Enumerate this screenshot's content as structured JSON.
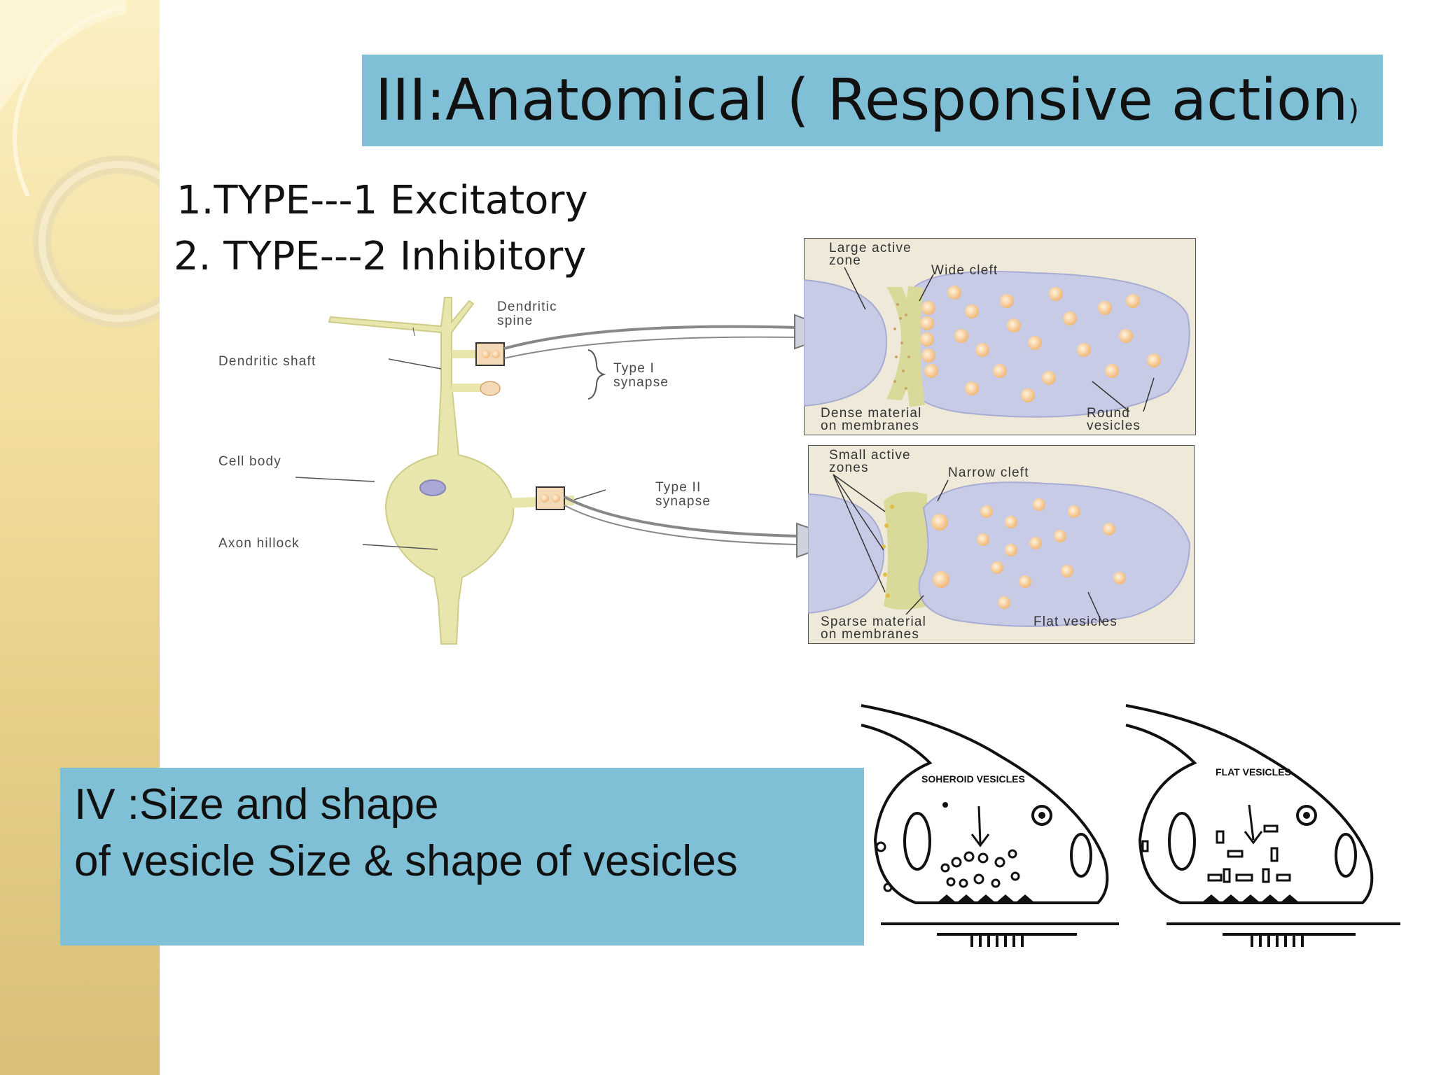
{
  "slide": {
    "title_main": "III:Anatomical ( Responsive action",
    "title_paren": ")",
    "type_lines": [
      "1.TYPE---1 Excitatory",
      "2. TYPE---2 Inhibitory"
    ],
    "neuron_labels": {
      "dendritic_spine": [
        "Dendritic",
        "spine"
      ],
      "dendritic_shaft": "Dendritic shaft",
      "type1": [
        "Type I",
        "synapse"
      ],
      "cell_body": "Cell body",
      "type2": [
        "Type II",
        "synapse"
      ],
      "axon_hillock": "Axon hillock"
    },
    "type1_panel": {
      "large_active_zone": [
        "Large active",
        "zone"
      ],
      "wide_cleft": "Wide cleft",
      "dense_material": [
        "Dense material",
        "on membranes"
      ],
      "round_vesicles": [
        "Round",
        "vesicles"
      ]
    },
    "type2_panel": {
      "small_active_zones": [
        "Small active",
        "zones"
      ],
      "narrow_cleft": "Narrow cleft",
      "sparse_material": [
        "Sparse material",
        "on membranes"
      ],
      "flat_vesicles": "Flat vesicles"
    },
    "size_box": {
      "line1": "IV :Size and shape",
      "line2": "of vesicle Size & shape of vesicles"
    },
    "vesicle_labels": {
      "spheroid": "SOHEROID VESICLES",
      "flat": "FLAT VESICLES"
    }
  }
}
